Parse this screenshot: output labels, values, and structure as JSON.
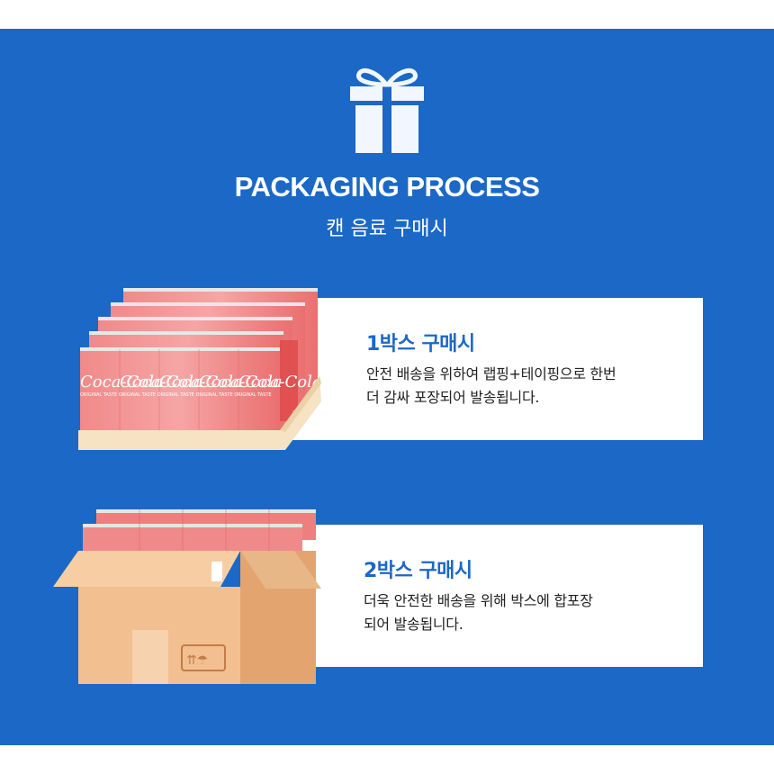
{
  "header": {
    "icon": "gift-icon",
    "title": "PACKAGING PROCESS",
    "subtitle": "캔 음료 구매시"
  },
  "colors": {
    "brand_blue": "#1b68c6",
    "card_bg": "#ffffff",
    "text_dark": "#222222",
    "can_red": "#ee7474",
    "tray": "#f6e3c4",
    "box": "#efb98a"
  },
  "steps": [
    {
      "title": "1박스 구매시",
      "description": "안전 배송을 위하여 랩핑+테이핑으로 한번\n더 감싸 포장되어 발송됩니다.",
      "illustration": "wrapped-can-tray-illustration"
    },
    {
      "title": "2박스 구매시",
      "description": "더욱 안전한 배송을 위해 박스에 합포장\n되어 발송됩니다.",
      "illustration": "open-cardboard-box-illustration"
    }
  ]
}
